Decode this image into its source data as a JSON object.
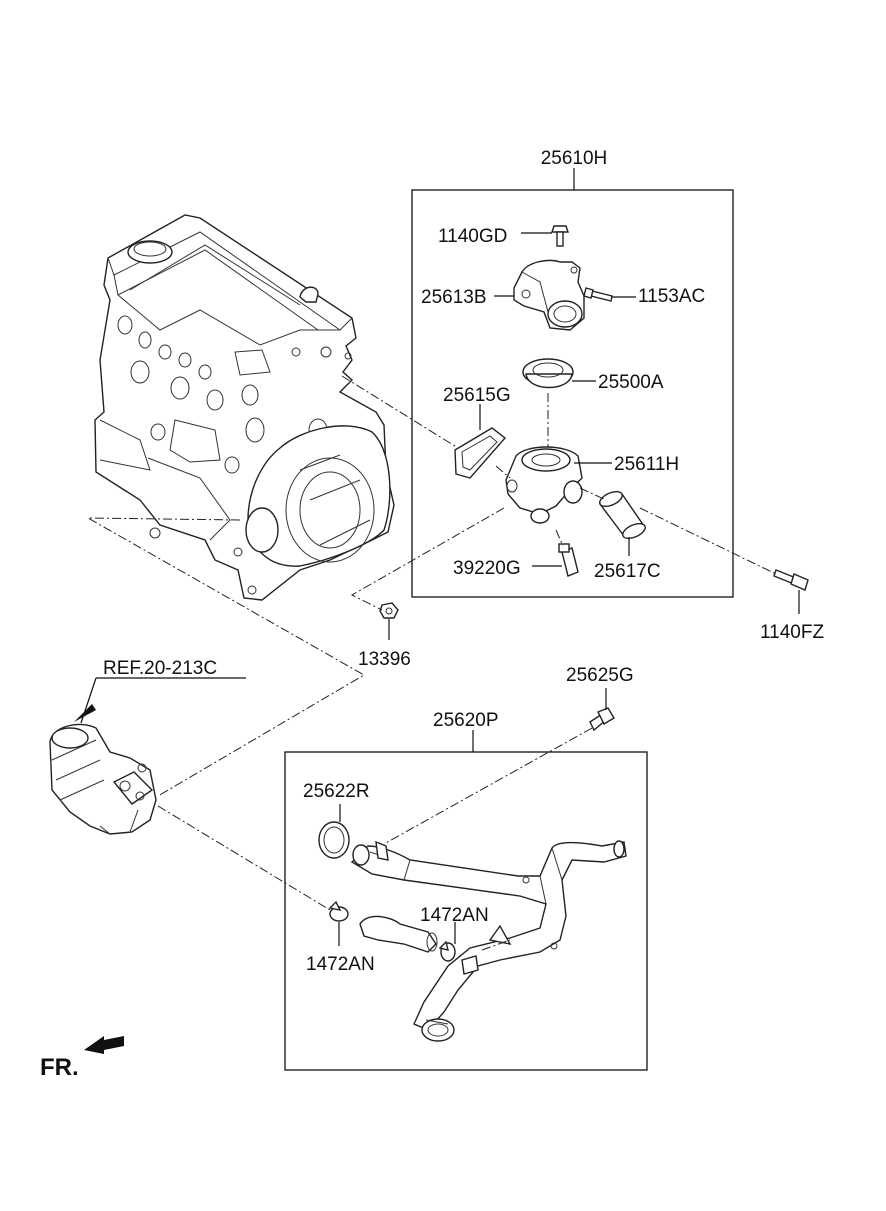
{
  "labels": {
    "l_25610H": "25610H",
    "l_1140GD": "1140GD",
    "l_25613B": "25613B",
    "l_1153AC": "1153AC",
    "l_25615G": "25615G",
    "l_25500A": "25500A",
    "l_25611H": "25611H",
    "l_39220G": "39220G",
    "l_25617C": "25617C",
    "l_1140FZ": "1140FZ",
    "l_13396": "13396",
    "l_ref": "REF.20-213C",
    "l_25625G": "25625G",
    "l_25620P": "25620P",
    "l_25622R": "25622R",
    "l_1472AN_a": "1472AN",
    "l_1472AN_b": "1472AN",
    "l_fr": "FR."
  }
}
